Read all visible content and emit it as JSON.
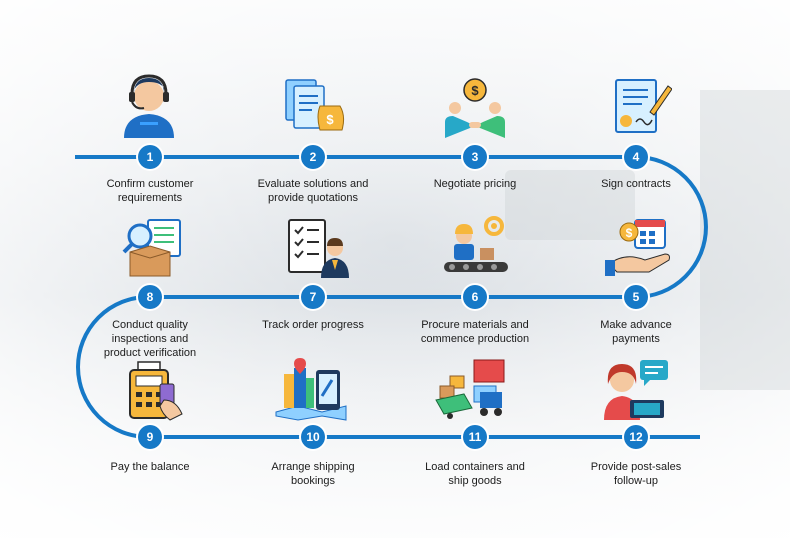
{
  "steps": [
    {
      "num": "1",
      "label": "Confirm customer\nrequirements",
      "icon": "customer-service-agent-icon"
    },
    {
      "num": "2",
      "label": "Evaluate solutions and\nprovide quotations",
      "icon": "quotation-documents-icon"
    },
    {
      "num": "3",
      "label": "Negotiate pricing",
      "icon": "handshake-negotiation-icon"
    },
    {
      "num": "4",
      "label": "Sign contracts",
      "icon": "contract-signing-icon"
    },
    {
      "num": "5",
      "label": "Make advance\npayments",
      "icon": "payment-hand-icon"
    },
    {
      "num": "6",
      "label": "Procure materials and\ncommence production",
      "icon": "production-line-icon"
    },
    {
      "num": "7",
      "label": "Track order progress",
      "icon": "order-tracking-checklist-icon"
    },
    {
      "num": "8",
      "label": "Conduct quality\ninspections and\nproduct verification",
      "icon": "quality-inspection-icon"
    },
    {
      "num": "9",
      "label": "Pay the balance",
      "icon": "payment-terminal-icon"
    },
    {
      "num": "10",
      "label": "Arrange shipping\nbookings",
      "icon": "shipping-booking-map-icon"
    },
    {
      "num": "11",
      "label": "Load containers and\nship goods",
      "icon": "cargo-truck-forklift-icon"
    },
    {
      "num": "12",
      "label": "Provide post-sales\nfollow-up",
      "icon": "support-agent-icon"
    }
  ],
  "colors": {
    "accent": "#1679c7",
    "text": "#1c1c1c"
  }
}
